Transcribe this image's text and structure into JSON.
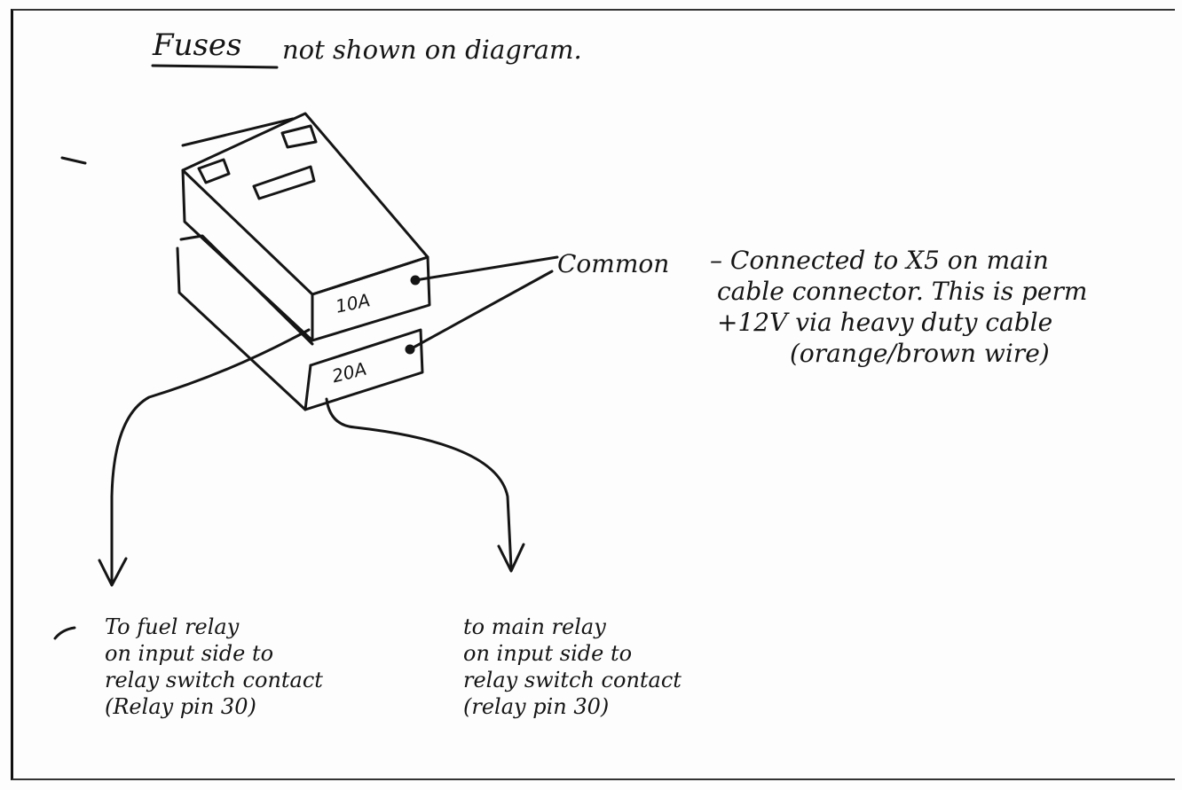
{
  "heading": {
    "title": "Fuses",
    "subtitle": "not shown on diagram."
  },
  "fuse_box": {
    "upper_fuse_label": "10A",
    "lower_fuse_label": "20A"
  },
  "common_label": "Common",
  "common_note": {
    "line1": "– Connected to X5 on main",
    "line2": "cable connector. This is perm",
    "line3": "+12V via heavy duty cable",
    "line4": "(orange/brown wire)"
  },
  "fuel_relay_note": {
    "line1": "To fuel relay",
    "line2": "on input side to",
    "line3": "relay switch contact",
    "line4": "(Relay pin 30)"
  },
  "main_relay_note": {
    "line1": "to main relay",
    "line2": "on input side to",
    "line3": "relay switch contact",
    "line4": "(relay pin 30)"
  },
  "colors": {
    "ink": "#151515",
    "paper": "#fdfdfd"
  }
}
